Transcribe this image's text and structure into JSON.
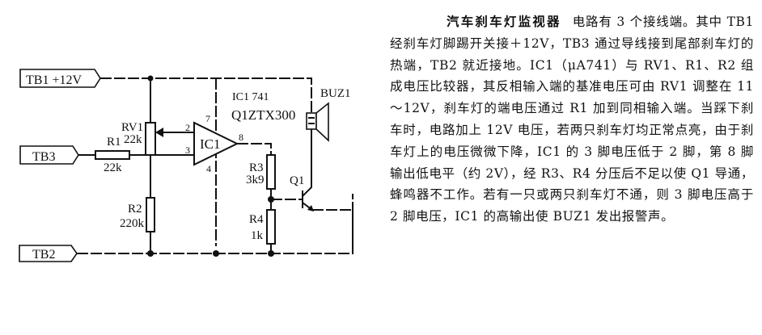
{
  "schematic": {
    "terminals": {
      "tb1": "TB1  +12V",
      "tb3": "TB3",
      "tb2": "TB2"
    },
    "components": {
      "rv1": {
        "ref": "RV1",
        "value": "22k"
      },
      "r1": {
        "ref": "R1",
        "value": "22k"
      },
      "r2": {
        "ref": "R2",
        "value": "220k"
      },
      "r3": {
        "ref": "R3",
        "value": "3k9"
      },
      "r4": {
        "ref": "R4",
        "value": "1k"
      },
      "ic1": {
        "ref": "IC1",
        "part_label": "IC1    741"
      },
      "q1": {
        "ref": "Q1",
        "part_label": "Q1ZTX300"
      },
      "buz1": {
        "ref": "BUZ1"
      }
    },
    "pins": {
      "inverting": "2",
      "non_inverting": "3",
      "vplus": "7",
      "vminus": "4",
      "output": "8"
    }
  },
  "description": {
    "title": "汽车刹车灯监视器",
    "body": "电路有 3 个接线端。其中 TB1 经刹车灯脚踢开关接＋12V，TB3 通过导线接到尾部刹车灯的热端，TB2 就近接地。IC1（μA741）与 RV1、R1、R2 组成电压比较器，其反相输入端的基准电压可由 RV1 调整在 11～12V，刹车灯的端电压通过 R1 加到同相输入端。当踩下刹车时，电路加上 12V 电压，若两只刹车灯均正常点亮，由于刹车灯上的电压微微下降，IC1 的 3 脚电压低于 2 脚，第 8 脚输出低电平（约 2V），经 R3、R4 分压后不足以使 Q1 导通，蜂鸣器不工作。若有一只或两只刹车灯不通，则 3 脚电压高于 2 脚电压，IC1 的高输出使 BUZ1 发出报警声。"
  }
}
